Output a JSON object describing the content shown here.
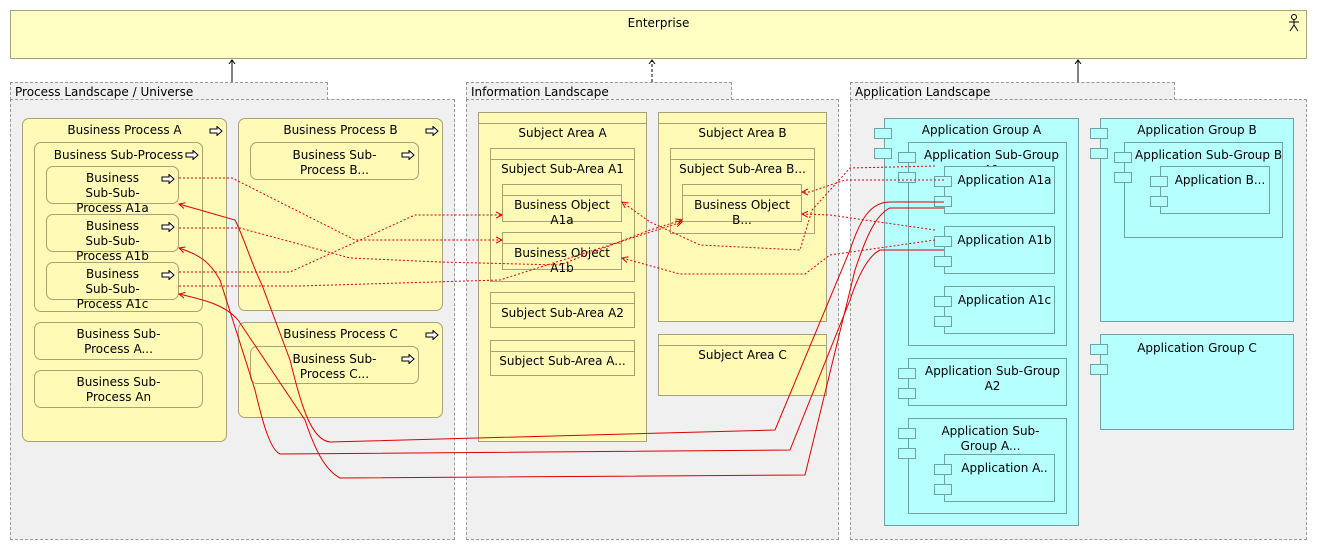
{
  "enterprise": {
    "label": "Enterprise",
    "icon": "actor-icon"
  },
  "groups": {
    "process": "Process Landscape / Universe",
    "information": "Information Landscape",
    "application": "Application Landscape"
  },
  "process": {
    "bp_a": "Business Process A",
    "bsp_a_top": "Business Sub-Process A",
    "bsp_a1a": "Business Sub-Sub-Process A1a",
    "bsp_a1b": "Business Sub-Sub-Process A1b",
    "bsp_a1c": "Business Sub-Sub-Process A1c",
    "bsp_adots": "Business Sub-Process A...",
    "bsp_an": "Business Sub-Process An",
    "bp_b": "Business Process B",
    "bsp_b": "Business Sub-Process B...",
    "bp_c": "Business Process C",
    "bsp_c": "Business Sub-Process C..."
  },
  "information": {
    "sa_a": "Subject Area A",
    "ssa_a1": "Subject Sub-Area A1",
    "bo_a1a": "Business Object A1a",
    "bo_a1b": "Business Object A1b",
    "ssa_a2": "Subject Sub-Area A2",
    "ssa_adots": "Subject Sub-Area A...",
    "sa_b": "Subject Area B",
    "ssa_b": "Subject Sub-Area B...",
    "bo_b": "Business Object B...",
    "sa_c": "Subject Area C"
  },
  "application": {
    "ag_a": "Application Group A",
    "asg_a1": "Application Sub-Group A1",
    "app_a1a": "Application A1a",
    "app_a1b": "Application A1b",
    "app_a1c": "Application A1c",
    "asg_a2": "Application Sub-Group A2",
    "asg_adots": "Application Sub-Group A...",
    "app_adots": "Application A..",
    "ag_b": "Application Group B",
    "asg_b": "Application Sub-Group B...",
    "app_b": "Application B...",
    "ag_c": "Application Group C"
  },
  "colors": {
    "enterprise": "#ffffc4",
    "business": "#fffab5",
    "application": "#b6ffff",
    "group": "#f0f0f0",
    "relation": "#e00000"
  }
}
